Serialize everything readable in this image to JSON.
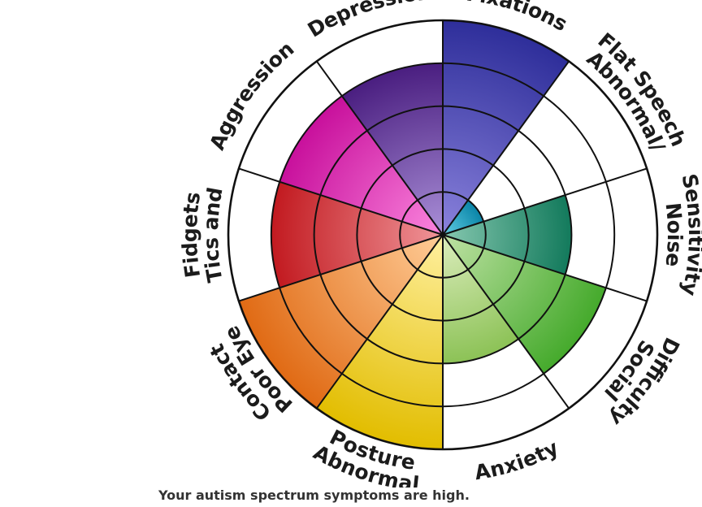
{
  "chart_data": {
    "type": "radial-bar",
    "title": "",
    "range": [
      0,
      5
    ],
    "grid": true,
    "categories": [
      {
        "label": [
          "Fixations"
        ],
        "value": 5,
        "color": "#2e2e9a",
        "color_inner": "#8a82dc"
      },
      {
        "label": [
          "Abnormal/",
          "Flat Speech"
        ],
        "value": 1,
        "color": "#0a85a8",
        "color_inner": "#62cde4"
      },
      {
        "label": [
          "Noise",
          "Sensitivity"
        ],
        "value": 3,
        "color": "#137a5c",
        "color_inner": "#86c8b0"
      },
      {
        "label": [
          "Social",
          "Difficulty"
        ],
        "value": 4,
        "color": "#45aa2c",
        "color_inner": "#bfe2a4"
      },
      {
        "label": [
          "Anxiety"
        ],
        "value": 3,
        "color": "#8cc256",
        "color_inner": "#dcedbd"
      },
      {
        "label": [
          "Abnormal",
          "Posture"
        ],
        "value": 5,
        "color": "#e2bd00",
        "color_inner": "#fff0a0"
      },
      {
        "label": [
          "Poor Eye",
          "Contact"
        ],
        "value": 5,
        "color": "#e06a14",
        "color_inner": "#ffcd98"
      },
      {
        "label": [
          "Tics and",
          "Fidgets"
        ],
        "value": 4,
        "color": "#c21a20",
        "color_inner": "#f0969a"
      },
      {
        "label": [
          "Aggression"
        ],
        "value": 4,
        "color": "#c8109c",
        "color_inner": "#fb86de"
      },
      {
        "label": [
          "Depression"
        ],
        "value": 4,
        "color": "#4a1e80",
        "color_inner": "#aa90d8"
      }
    ]
  },
  "result_text": "Your autism spectrum symptoms are high."
}
